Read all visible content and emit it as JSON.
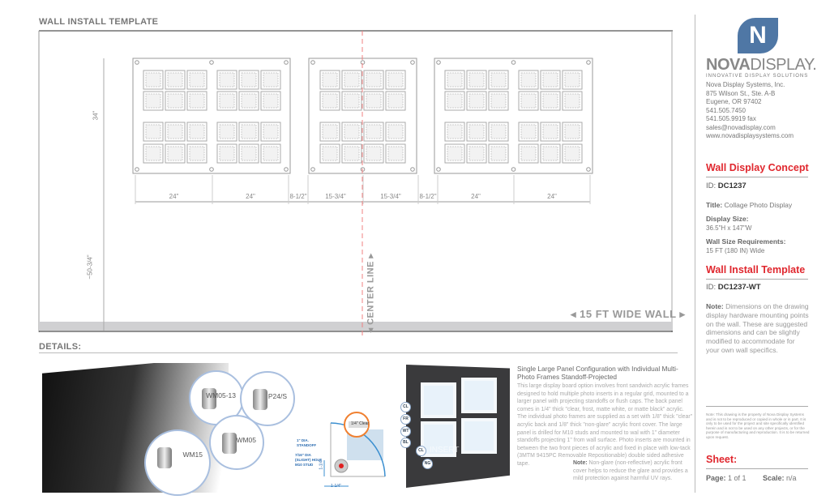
{
  "header": {
    "title": "WALL INSTALL TEMPLATE",
    "details": "DETAILS:"
  },
  "drawing": {
    "height_label": "34\"",
    "wall_height_label": "~50-3/4\"",
    "dimensions": [
      "24\"",
      "24\"",
      "8-1/2\"",
      "15-3/4\"",
      "15-3/4\"",
      "8-1/2\"",
      "24\"",
      "24\""
    ],
    "center_line": "CENTER LINE",
    "wall_width": "15 FT WIDE WALL"
  },
  "details": {
    "hardware": [
      "WM05-13",
      "P24/S",
      "WM15",
      "WM05"
    ],
    "diagram": {
      "clear": "1/4\" Clear",
      "standoff": "1\" DIA.\nSTANDOFF",
      "hole": "7/16\" DIA\n(SLIGHT) HOLE\nM10 STUD",
      "dim_v": "1-1/4\"",
      "dim_h": "1-1/4\""
    },
    "badges": [
      "CL",
      "FR",
      "WT",
      "BL",
      "CL",
      "NG"
    ],
    "insert": "INSERT",
    "title": "Single Large Panel Configuration with Individual Multi-Photo Frames Standoff-Projected",
    "body": "This large display board option involves front sandwich acrylic frames designed to hold multiple photo inserts in a regular grid, mounted to a larger panel with projecting standoffs or flush caps. The back panel comes in 1/4\" thick \"clear, frost, matte white, or matte black\" acrylic. The individual photo frames are supplied as a set with 1/8\" thick \"clear\" acrylic back and 1/8\" thick \"non-glare\" acrylic front cover. The large panel is drilled for M10 studs and mounted to wal with 1\" diameter standoffs projecting 1\" from wall surface. Photo inserts are mounted in between the two front pieces of acrylic and fixed in place with low-tack (3MTM 9415PC Removable Repositionable) double sided adhesive tape.",
    "note_label": "Note:",
    "note": "Non-glare (non-reflective) acrylic front cover helps to reduce the glare and provides a mild protection against harmful UV rays."
  },
  "sidebar": {
    "logo_bold": "NOVA",
    "logo_light": "DISPLAY.",
    "tagline": "INNOVATIVE DISPLAY SOLUTIONS",
    "company": "Nova Display Systems, Inc.",
    "address1": "875 Wilson St., Ste. A-B",
    "address2": "Eugene, OR 97402",
    "phone": "541.505.7450",
    "fax": "541.505.9919 fax",
    "email": "sales@novadisplay.com",
    "web": "www.novadisplaysystems.com",
    "concept_heading": "Wall Display Concept",
    "id_label": "ID:",
    "concept_id": "DC1237",
    "title_label": "Title:",
    "title": "Collage Photo Display",
    "size_label": "Display Size:",
    "size": "36.5\"H x 147\"W",
    "wall_label": "Wall Size Requirements:",
    "wall": "15 FT (180 IN) Wide",
    "template_heading": "Wall Install Template",
    "template_id": "DC1237-WT",
    "note_label": "Note:",
    "note": "Dimensions on the drawing display hardware mounting points on the wall. These are suggested dimensions and can be slightly modified to accommodate for your own wall specifics.",
    "legal": "Note: This drawing is the property of Nova Display Systems and is not to be reproduced or copied in whole or in part. It is only to be used for the project and site specifically identified herein and is not to be used on any other projects, or for the purpose of manufacturing and reproduction. It is to be returned upon request.",
    "sheet_heading": "Sheet:",
    "page_label": "Page:",
    "page": "1 of 1",
    "scale_label": "Scale:",
    "scale": "n/a"
  },
  "colors": {
    "brand_blue": "#4f77a5",
    "accent_red": "#e0272e",
    "center_line": "#f08080"
  }
}
